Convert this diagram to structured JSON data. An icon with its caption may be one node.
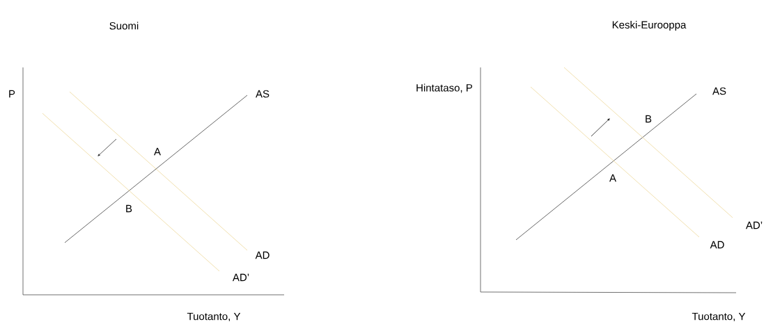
{
  "diagram": {
    "labels": [
      "Suomi",
      "Keski-Eurooppa",
      "P",
      "AS",
      "A",
      "B",
      "AD",
      "AD’",
      "Tuotanto, Y",
      "Hintataso, P",
      "AS",
      "B",
      "A",
      "AD’",
      "AD",
      "Tuotanto, Y"
    ]
  }
}
